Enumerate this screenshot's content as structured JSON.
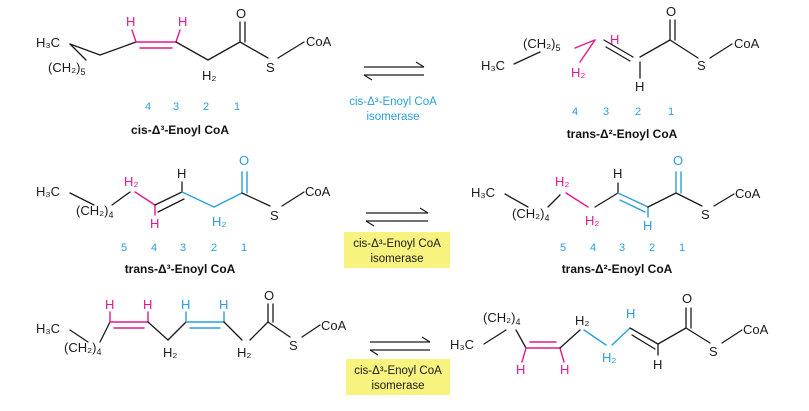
{
  "colors": {
    "magenta": "#e2188f",
    "cyan": "#2aa0d8",
    "black": "#1a1a1a",
    "highlight": "#f7f37e"
  },
  "atoms": {
    "H3C": "H₃C",
    "CH2": "(CH₂)",
    "H": "H",
    "H2": "H₂",
    "O": "O",
    "S": "S",
    "CoA": "CoA",
    "sub5": "5",
    "sub4": "4"
  },
  "reactions": [
    {
      "left_name": "cis-Δ³-Enoyl CoA",
      "left_numbers": [
        "4",
        "3",
        "2",
        "1"
      ],
      "enzyme": [
        "cis-Δ³-Enoyl CoA",
        "isomerase"
      ],
      "enzyme_highlighted": false,
      "right_name": "trans-Δ²-Enoyl CoA",
      "right_numbers": [
        "4",
        "3",
        "2",
        "1"
      ]
    },
    {
      "left_name": "trans-Δ³-Enoyl CoA",
      "left_numbers": [
        "5",
        "4",
        "3",
        "2",
        "1"
      ],
      "enzyme": [
        "cis-Δ³-Enoyl CoA",
        "isomerase"
      ],
      "enzyme_highlighted": true,
      "right_name": "trans-Δ²-Enoyl CoA",
      "right_numbers": [
        "5",
        "4",
        "3",
        "2",
        "1"
      ]
    },
    {
      "left_name": "",
      "enzyme": [
        "cis-Δ³-Enoyl CoA",
        "isomerase"
      ],
      "enzyme_highlighted": true,
      "right_name": ""
    }
  ]
}
